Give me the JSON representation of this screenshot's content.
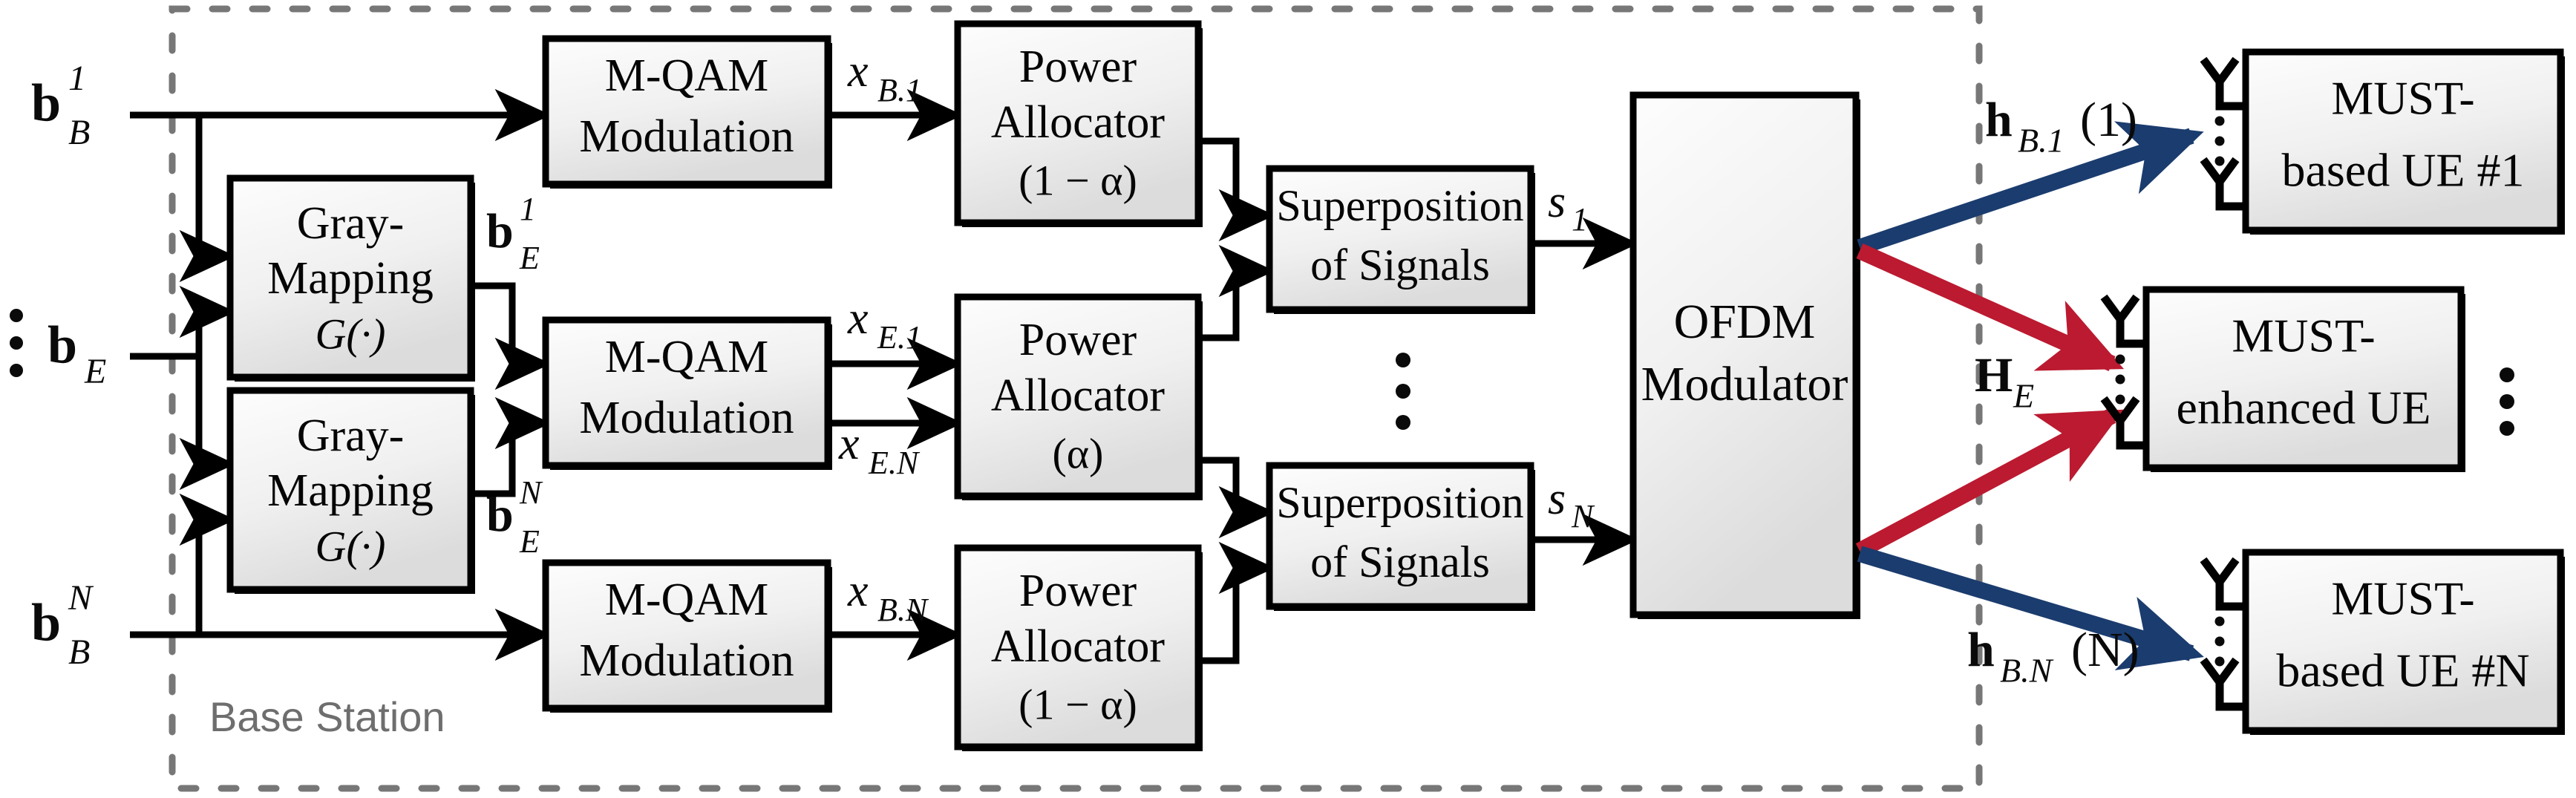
{
  "figure": {
    "title": "MUST downlink transmitter block diagram",
    "container_label": "Base Station",
    "colors": {
      "block_fill_top": "#fcfcfc",
      "block_fill_bottom": "#e3e3e3",
      "block_stroke": "#000000",
      "wire": "#000000",
      "dashed_border": "#777777",
      "base_station_text": "#6e6e6e",
      "channel_arrow_blue": "#1b3c6e",
      "channel_arrow_red": "#bb1a30"
    }
  },
  "inputs": [
    {
      "id": "b-B-1",
      "text": "b",
      "sup": "1",
      "sub": "B"
    },
    {
      "id": "b-E",
      "text": "b",
      "sup": "",
      "sub": "E"
    },
    {
      "id": "b-B-N",
      "text": "b",
      "sup": "N",
      "sub": "B"
    }
  ],
  "blocks": {
    "gray_mapping_1": {
      "line1": "Gray-",
      "line2": "Mapping",
      "line3": "G(·)"
    },
    "gray_mapping_n": {
      "line1": "Gray-",
      "line2": "Mapping",
      "line3": "G(·)"
    },
    "mqam_top": {
      "line1": "M-QAM",
      "line2": "Modulation"
    },
    "mqam_mid": {
      "line1": "M-QAM",
      "line2": "Modulation"
    },
    "mqam_bot": {
      "line1": "M-QAM",
      "line2": "Modulation"
    },
    "pa_top": {
      "line1": "Power",
      "line2": "Allocator",
      "line3": "(1 − α)"
    },
    "pa_mid": {
      "line1": "Power",
      "line2": "Allocator",
      "line3": "(α)"
    },
    "pa_bot": {
      "line1": "Power",
      "line2": "Allocator",
      "line3": "(1 − α)"
    },
    "super_top": {
      "line1": "Superposition",
      "line2": "of Signals"
    },
    "super_bot": {
      "line1": "Superposition",
      "line2": "of Signals"
    },
    "ofdm": {
      "line1": "OFDM",
      "line2": "Modulator"
    },
    "ue_1": {
      "line1": "MUST-",
      "line2": "based UE #1"
    },
    "ue_e": {
      "line1": "MUST-",
      "line2": "enhanced UE"
    },
    "ue_n": {
      "line1": "MUST-",
      "line2": "based UE #N"
    }
  },
  "signals": {
    "b_E_1": {
      "base": "b",
      "sup": "1",
      "sub": "E"
    },
    "b_E_N": {
      "base": "b",
      "sup": "N",
      "sub": "E"
    },
    "x_B_1": {
      "base": "x",
      "sub": "B.1"
    },
    "x_E_1": {
      "base": "x",
      "sub": "E.1"
    },
    "x_E_N": {
      "base": "x",
      "sub": "E.N"
    },
    "x_B_N": {
      "base": "x",
      "sub": "B.N"
    },
    "s_1": {
      "base": "s",
      "sub": "1"
    },
    "s_N": {
      "base": "s",
      "sub": "N"
    }
  },
  "channels": {
    "h_B_1": {
      "base": "h",
      "sub": "B.1",
      "arg": "(1)",
      "color": "#1b3c6e"
    },
    "H_E": {
      "base": "H",
      "sub": "E",
      "arg": "",
      "color": "#bb1a30"
    },
    "h_B_N": {
      "base": "h",
      "sub": "B.N",
      "arg": "(N)",
      "color": "#1b3c6e"
    }
  }
}
